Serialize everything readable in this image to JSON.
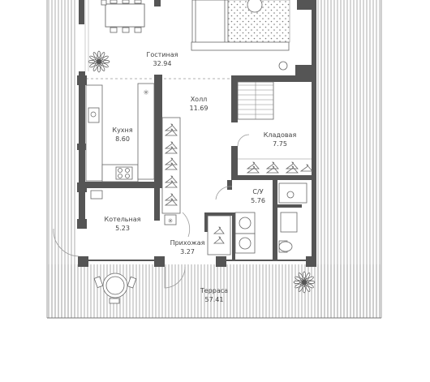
{
  "rooms": {
    "living": {
      "name": "Гостиная",
      "area": "32.94"
    },
    "hall": {
      "name": "Холл",
      "area": "11.69"
    },
    "kitchen": {
      "name": "Кухня",
      "area": "8.60"
    },
    "storage": {
      "name": "Кладовая",
      "area": "7.75"
    },
    "bathroom": {
      "name": "С/У",
      "area": "5.76"
    },
    "boiler": {
      "name": "Котельная",
      "area": "5.23"
    },
    "entrance": {
      "name": "Прихожая",
      "area": "3.27"
    },
    "terrace": {
      "name": "Терраса",
      "area": "57.41"
    }
  },
  "colors": {
    "wall": "#555555",
    "line": "#9a9a9a",
    "dots": "#7a7a7a"
  },
  "icons": [
    "dining-table-icon",
    "sofa-icon",
    "rug-icon",
    "plant-icon",
    "stairs-icon",
    "hanger-icon",
    "stove-icon",
    "sink-icon",
    "toilet-icon",
    "washing-machine-icon",
    "boiler-icon",
    "shoe-icon",
    "garden-table-icon"
  ]
}
